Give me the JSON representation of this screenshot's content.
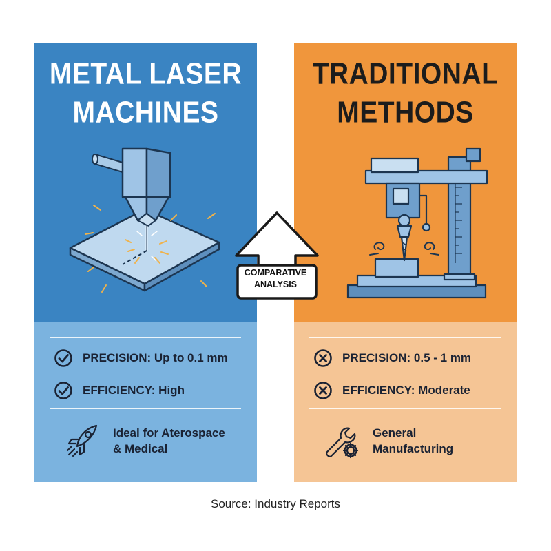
{
  "left": {
    "title_lines": [
      "METAL LASER",
      "MACHINES"
    ],
    "rows": [
      {
        "icon": "check-circle-icon",
        "text": "PRECISION: Up to 0.1 mm"
      },
      {
        "icon": "check-circle-icon",
        "text": "EFFICIENCY: High"
      }
    ],
    "feature": {
      "icon": "rocket-icon",
      "lines": [
        "Ideal for Aterospace",
        "& Medical"
      ]
    },
    "illustration": "laser-cutting-icon",
    "colors": {
      "top": "#3a84c2",
      "bottom": "#7bb3df"
    }
  },
  "right": {
    "title_lines": [
      "TRADITIONAL",
      "METHODS"
    ],
    "rows": [
      {
        "icon": "x-circle-icon",
        "text": "PRECISION: 0.5 - 1 mm"
      },
      {
        "icon": "x-circle-icon",
        "text": "EFFICIENCY: Moderate"
      }
    ],
    "feature": {
      "icon": "wrench-gear-icon",
      "lines": [
        "General",
        "Manufacturing"
      ]
    },
    "illustration": "drill-press-icon",
    "colors": {
      "top": "#f0963c",
      "bottom": "#f5c595"
    }
  },
  "center": {
    "label_lines": [
      "COMPARATIVE",
      "ANALYSIS"
    ],
    "icon": "up-arrow-icon"
  },
  "source": "Source: Industry Reports"
}
